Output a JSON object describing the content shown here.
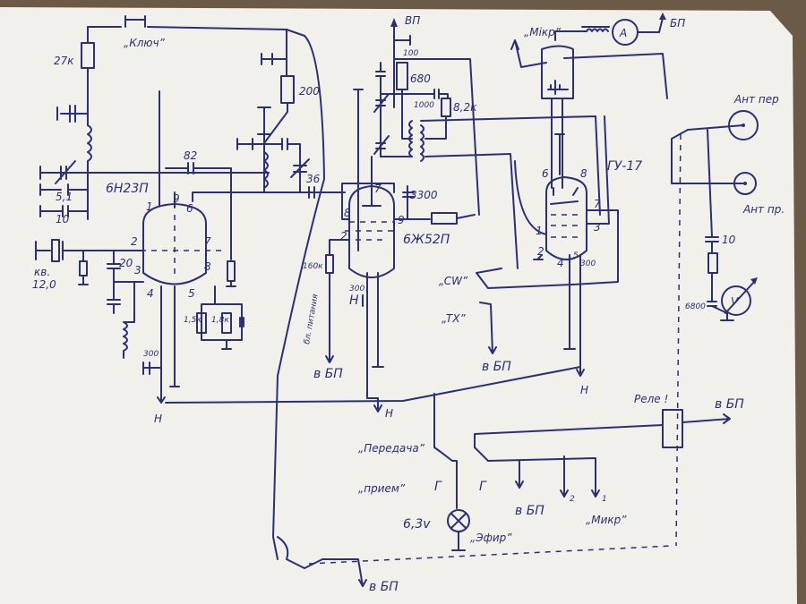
{
  "document": {
    "type": "hand-drawn transmitter schematic",
    "ink_color": "#2a2f7a",
    "paper_color": "#f1f0ea"
  },
  "tubes": {
    "osc": {
      "name": "6Н23П",
      "pins": [
        "1",
        "2",
        "3",
        "4",
        "5",
        "6",
        "7",
        "8",
        "9"
      ]
    },
    "driver": {
      "name": "6Ж52П",
      "pins": [
        "2",
        "7",
        "8",
        "9"
      ]
    },
    "pa": {
      "name": "ГУ-17",
      "pins": [
        "1",
        "2",
        "3",
        "4",
        "5",
        "6",
        "7",
        "8"
      ]
    }
  },
  "labels": {
    "key": "„Ключ”",
    "r_27k": "27к",
    "c_51": "5,1",
    "c_10": "10",
    "c_82": "82",
    "r_200": "200",
    "c_36": "36",
    "c_20": "20",
    "crystal": "кв.",
    "crystal_freq": "12,0",
    "c_300_osc": "300",
    "r_15k": "1,5к",
    "r_18k": "1,8к",
    "vp_top": "ВП",
    "c_100": "100",
    "r_680": "680",
    "c_1000": "1000",
    "r_82k": "8,2к",
    "c_3300": "3300",
    "r_160k": "160к",
    "bias_note": "бл. питания",
    "c_300_drv": "300",
    "to_psu": "в БП",
    "heater": "Н",
    "cw": "„CW”",
    "tx": "„TX”",
    "mic_top": "„Мікр”",
    "ammeter": "A",
    "bp_top": "БП",
    "ant_tx": "Ант пер",
    "ant_rx": "Ант пр.",
    "c_10_ant": "10",
    "c_6800": "6800",
    "voltmeter": "V",
    "c_300_pa": "300",
    "relay": "Реле !",
    "transmit": "„Передача”",
    "receive": "„прием”",
    "g1": "Г",
    "g2": "Г",
    "lamp_v": "6,3v",
    "on_air": "„Эфир”",
    "mic_bottom": "„Микр”",
    "mic_pin2": "2",
    "mic_pin1": "1"
  }
}
